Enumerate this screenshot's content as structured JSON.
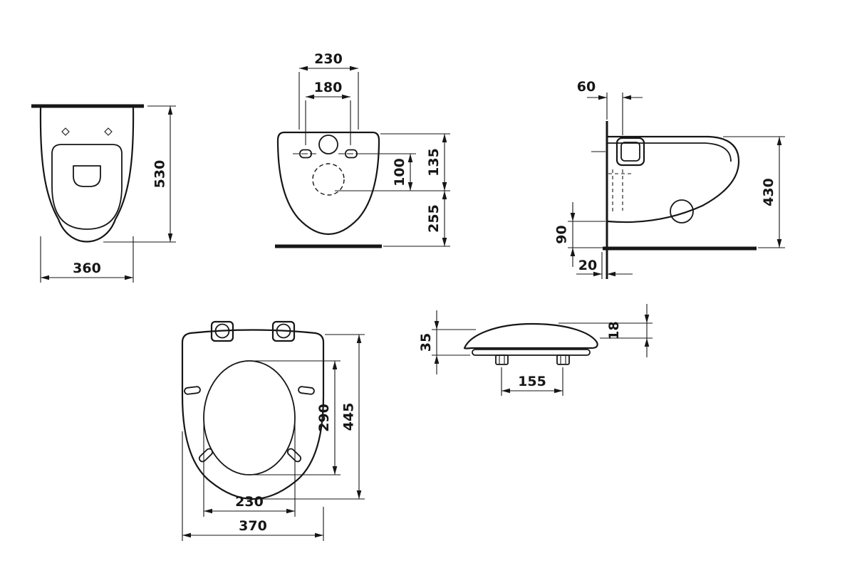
{
  "drawing": {
    "background": "#ffffff",
    "line_color": "#161616",
    "views": {
      "front": {
        "dims": {
          "height": "530",
          "width": "360"
        }
      },
      "plan": {
        "dims": {
          "outer_holes": "230",
          "inner_holes": "180",
          "inlet_depth": "100",
          "rim_depth": "135",
          "outlet_depth": "255"
        }
      },
      "side": {
        "dims": {
          "inlet_offset": "60",
          "rim_height": "430",
          "underside_height": "90",
          "wall_gap": "20"
        }
      },
      "seat_plan": {
        "dims": {
          "length": "445",
          "opening_length": "290",
          "opening_width": "230",
          "width": "370"
        }
      },
      "seat_side": {
        "dims": {
          "height": "35",
          "lid_thickness": "18",
          "hinge_spacing": "155"
        }
      }
    }
  }
}
